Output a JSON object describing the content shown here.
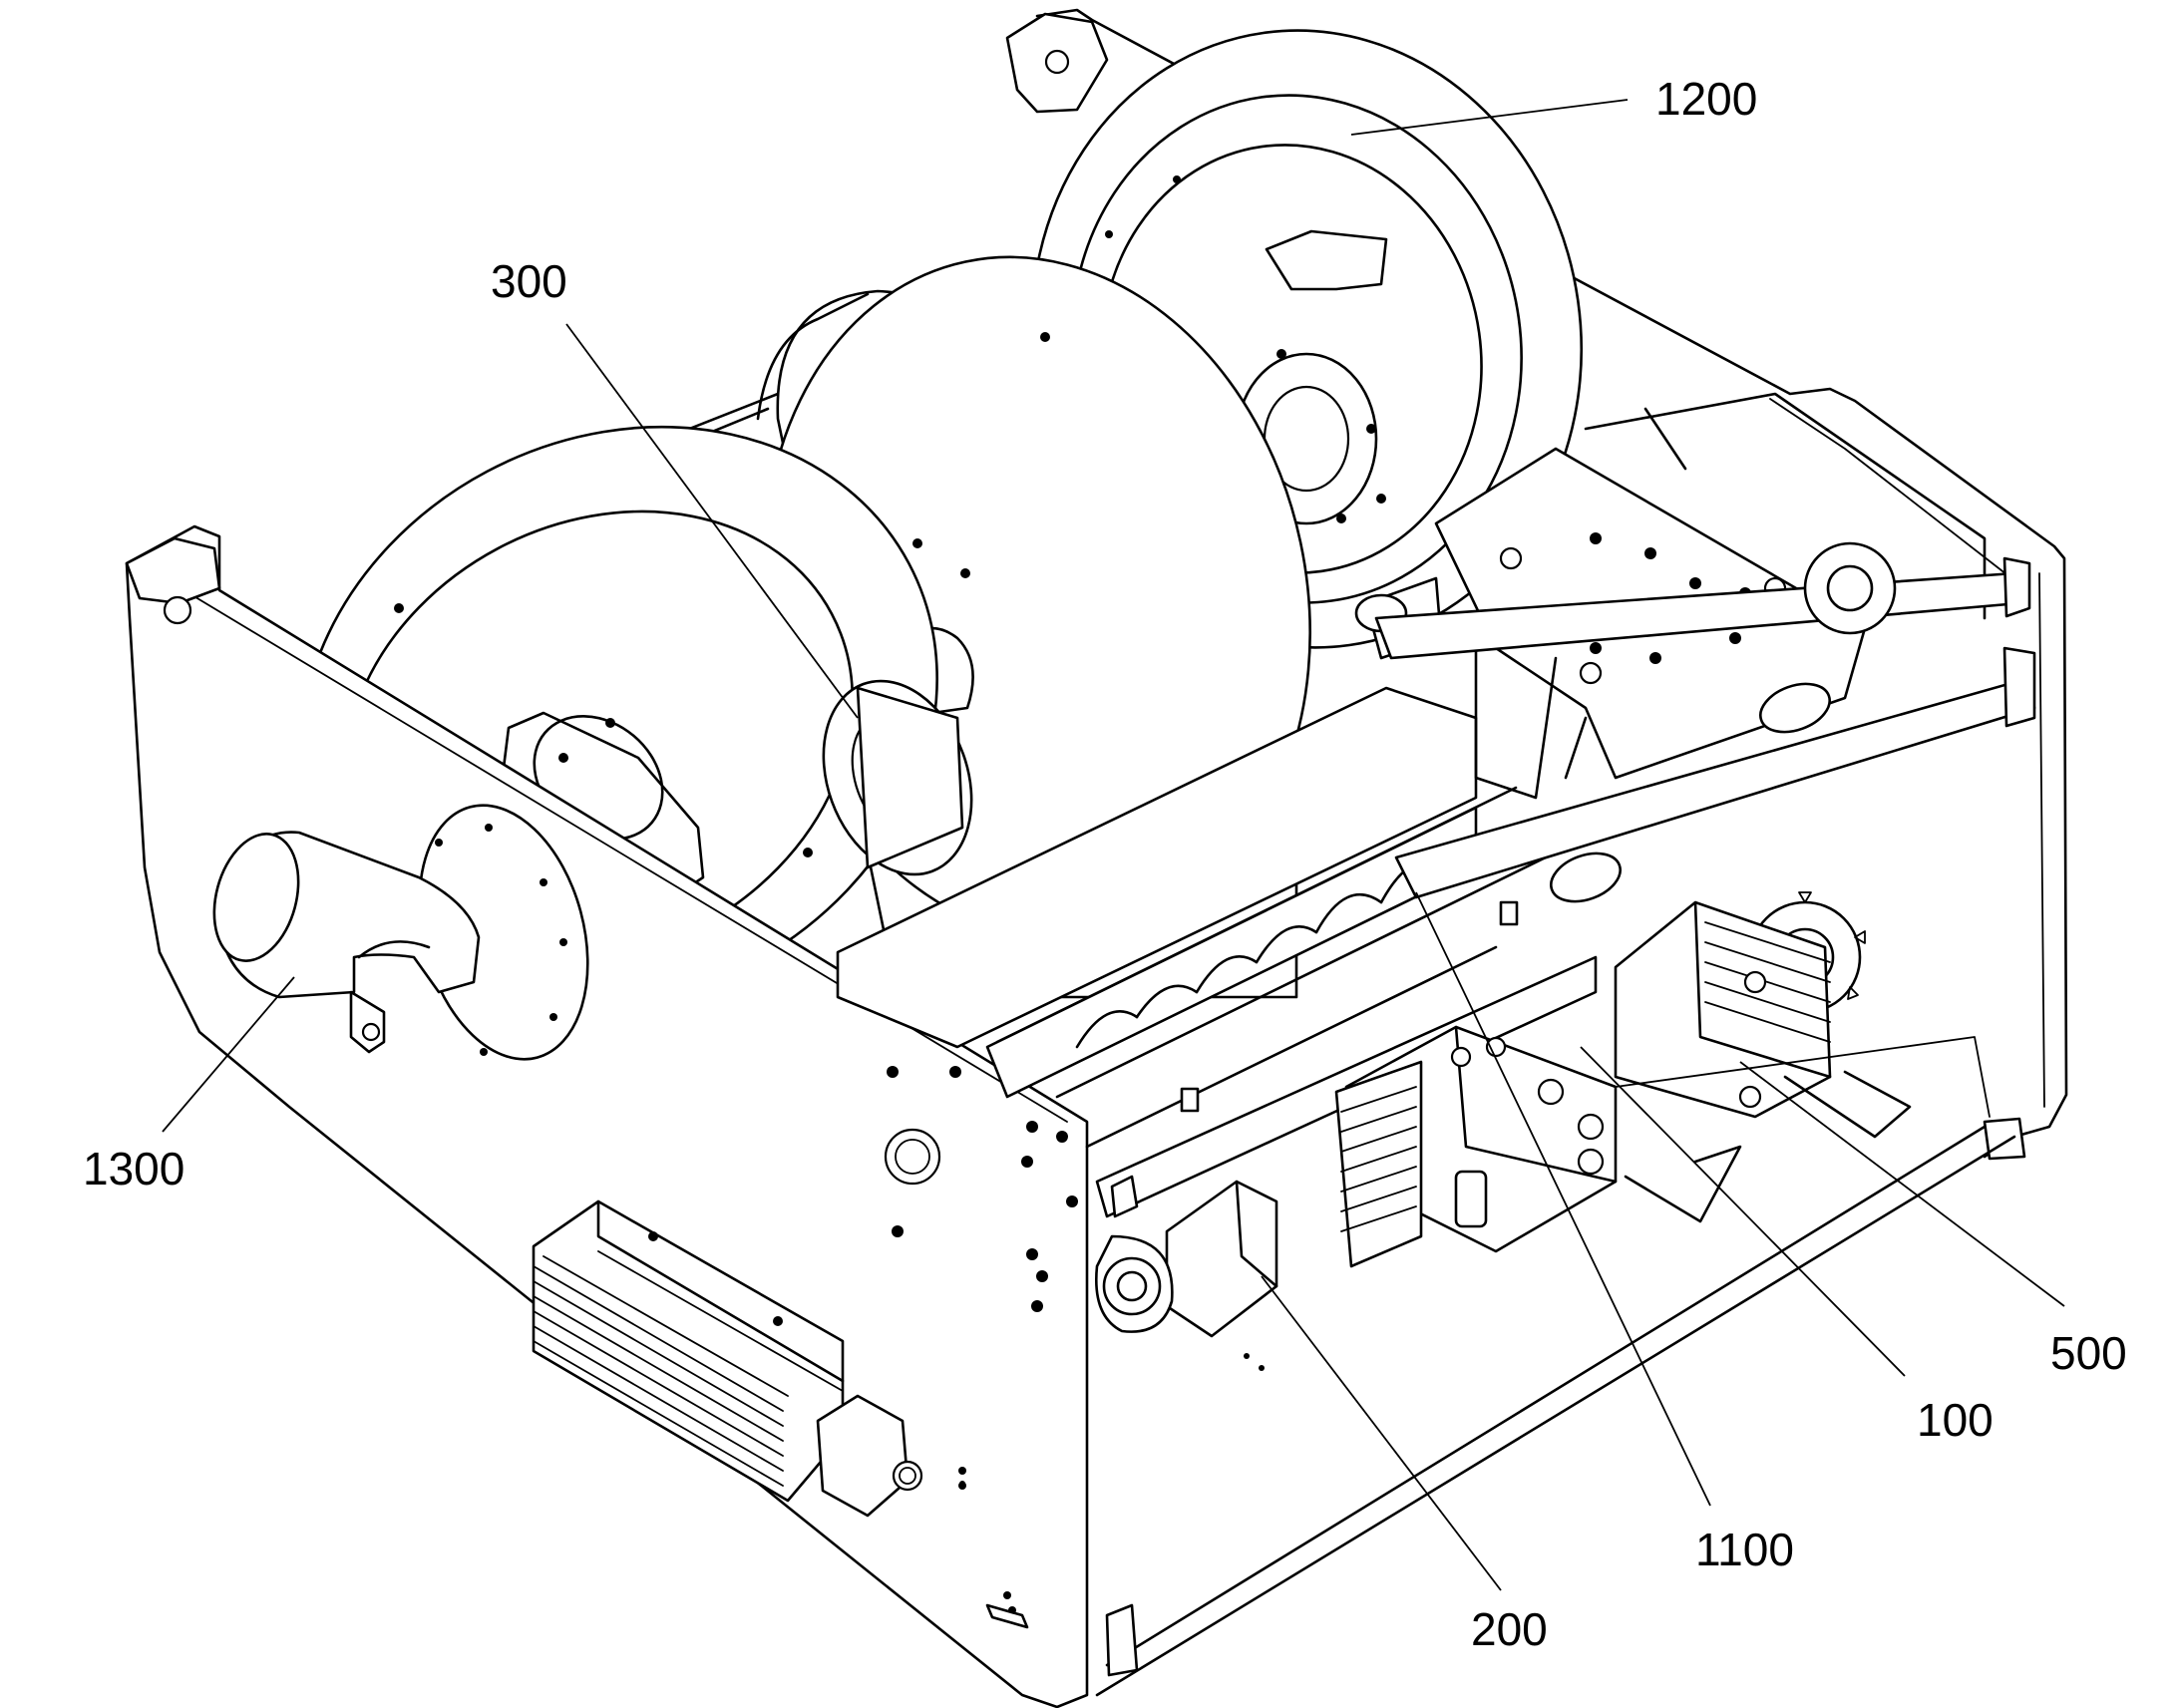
{
  "figure": {
    "labels": [
      {
        "id": "label-1200",
        "text": "1200"
      },
      {
        "id": "label-300",
        "text": "300"
      },
      {
        "id": "label-1300",
        "text": "1300"
      },
      {
        "id": "label-500",
        "text": "500"
      },
      {
        "id": "label-100",
        "text": "100"
      },
      {
        "id": "label-1100",
        "text": "1100"
      },
      {
        "id": "label-200",
        "text": "200"
      }
    ]
  }
}
